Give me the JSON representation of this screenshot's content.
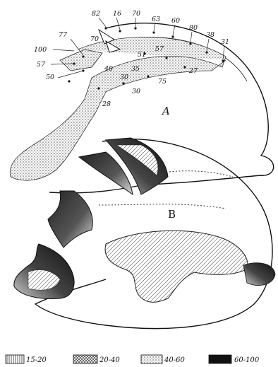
{
  "figure": {
    "section_labels": {
      "a": "A",
      "b": "B"
    },
    "point_labels": [
      "82",
      "16",
      "70",
      "63",
      "60",
      "80",
      "38",
      "31",
      "77",
      "70",
      "100",
      "57",
      "50",
      "27",
      "30",
      "75",
      "28",
      "40",
      "30",
      "35",
      "57",
      "51"
    ],
    "legend": [
      {
        "label": "15-20",
        "shade": "light-hatch"
      },
      {
        "label": "20-40",
        "shade": "cross-hatch"
      },
      {
        "label": "40-60",
        "shade": "dotted"
      },
      {
        "label": "60-100",
        "shade": "dark"
      }
    ],
    "colors": {
      "ink": "#111111",
      "paper": "#ffffff"
    }
  }
}
